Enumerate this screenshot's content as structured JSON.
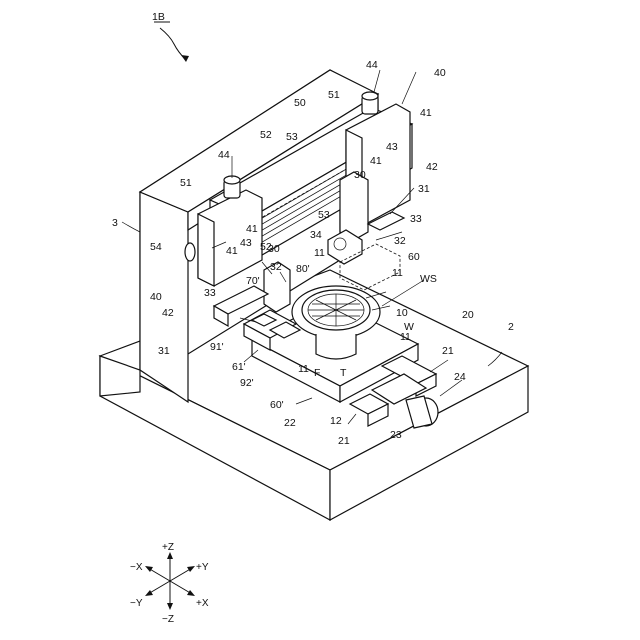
{
  "figure_id": "1B",
  "labels": {
    "l2": "2",
    "l3": "3",
    "l10": "10",
    "l11a": "11",
    "l11b": "11",
    "l11c": "11",
    "l11d": "11",
    "l12": "12",
    "l20": "20",
    "l21a": "21",
    "l21b": "21",
    "l22": "22",
    "l23": "23",
    "l24": "24",
    "l30a": "30",
    "l30b": "30",
    "l31a": "31",
    "l31b": "31",
    "l32a": "32",
    "l32b": "32",
    "l33a": "33",
    "l33b": "33",
    "l34": "34",
    "l40a": "40",
    "l40b": "40",
    "l41a": "41",
    "l41b": "41",
    "l41c": "41",
    "l41d": "41",
    "l42a": "42",
    "l42b": "42",
    "l43a": "43",
    "l43b": "43",
    "l44a": "44",
    "l44b": "44",
    "l50": "50",
    "l51a": "51",
    "l51b": "51",
    "l52a": "52",
    "l52b": "52",
    "l53a": "53",
    "l53b": "53",
    "l54": "54",
    "l60": "60",
    "l60p": "60'",
    "l61p": "61'",
    "l70p": "70'",
    "l80p": "80'",
    "l91p": "91'",
    "l92p": "92'",
    "lW": "W",
    "lWS": "WS",
    "lF": "F",
    "lT": "T"
  },
  "axes": {
    "pz": "+Z",
    "nz": "−Z",
    "px": "+X",
    "nx": "−X",
    "py": "+Y",
    "ny": "−Y"
  }
}
